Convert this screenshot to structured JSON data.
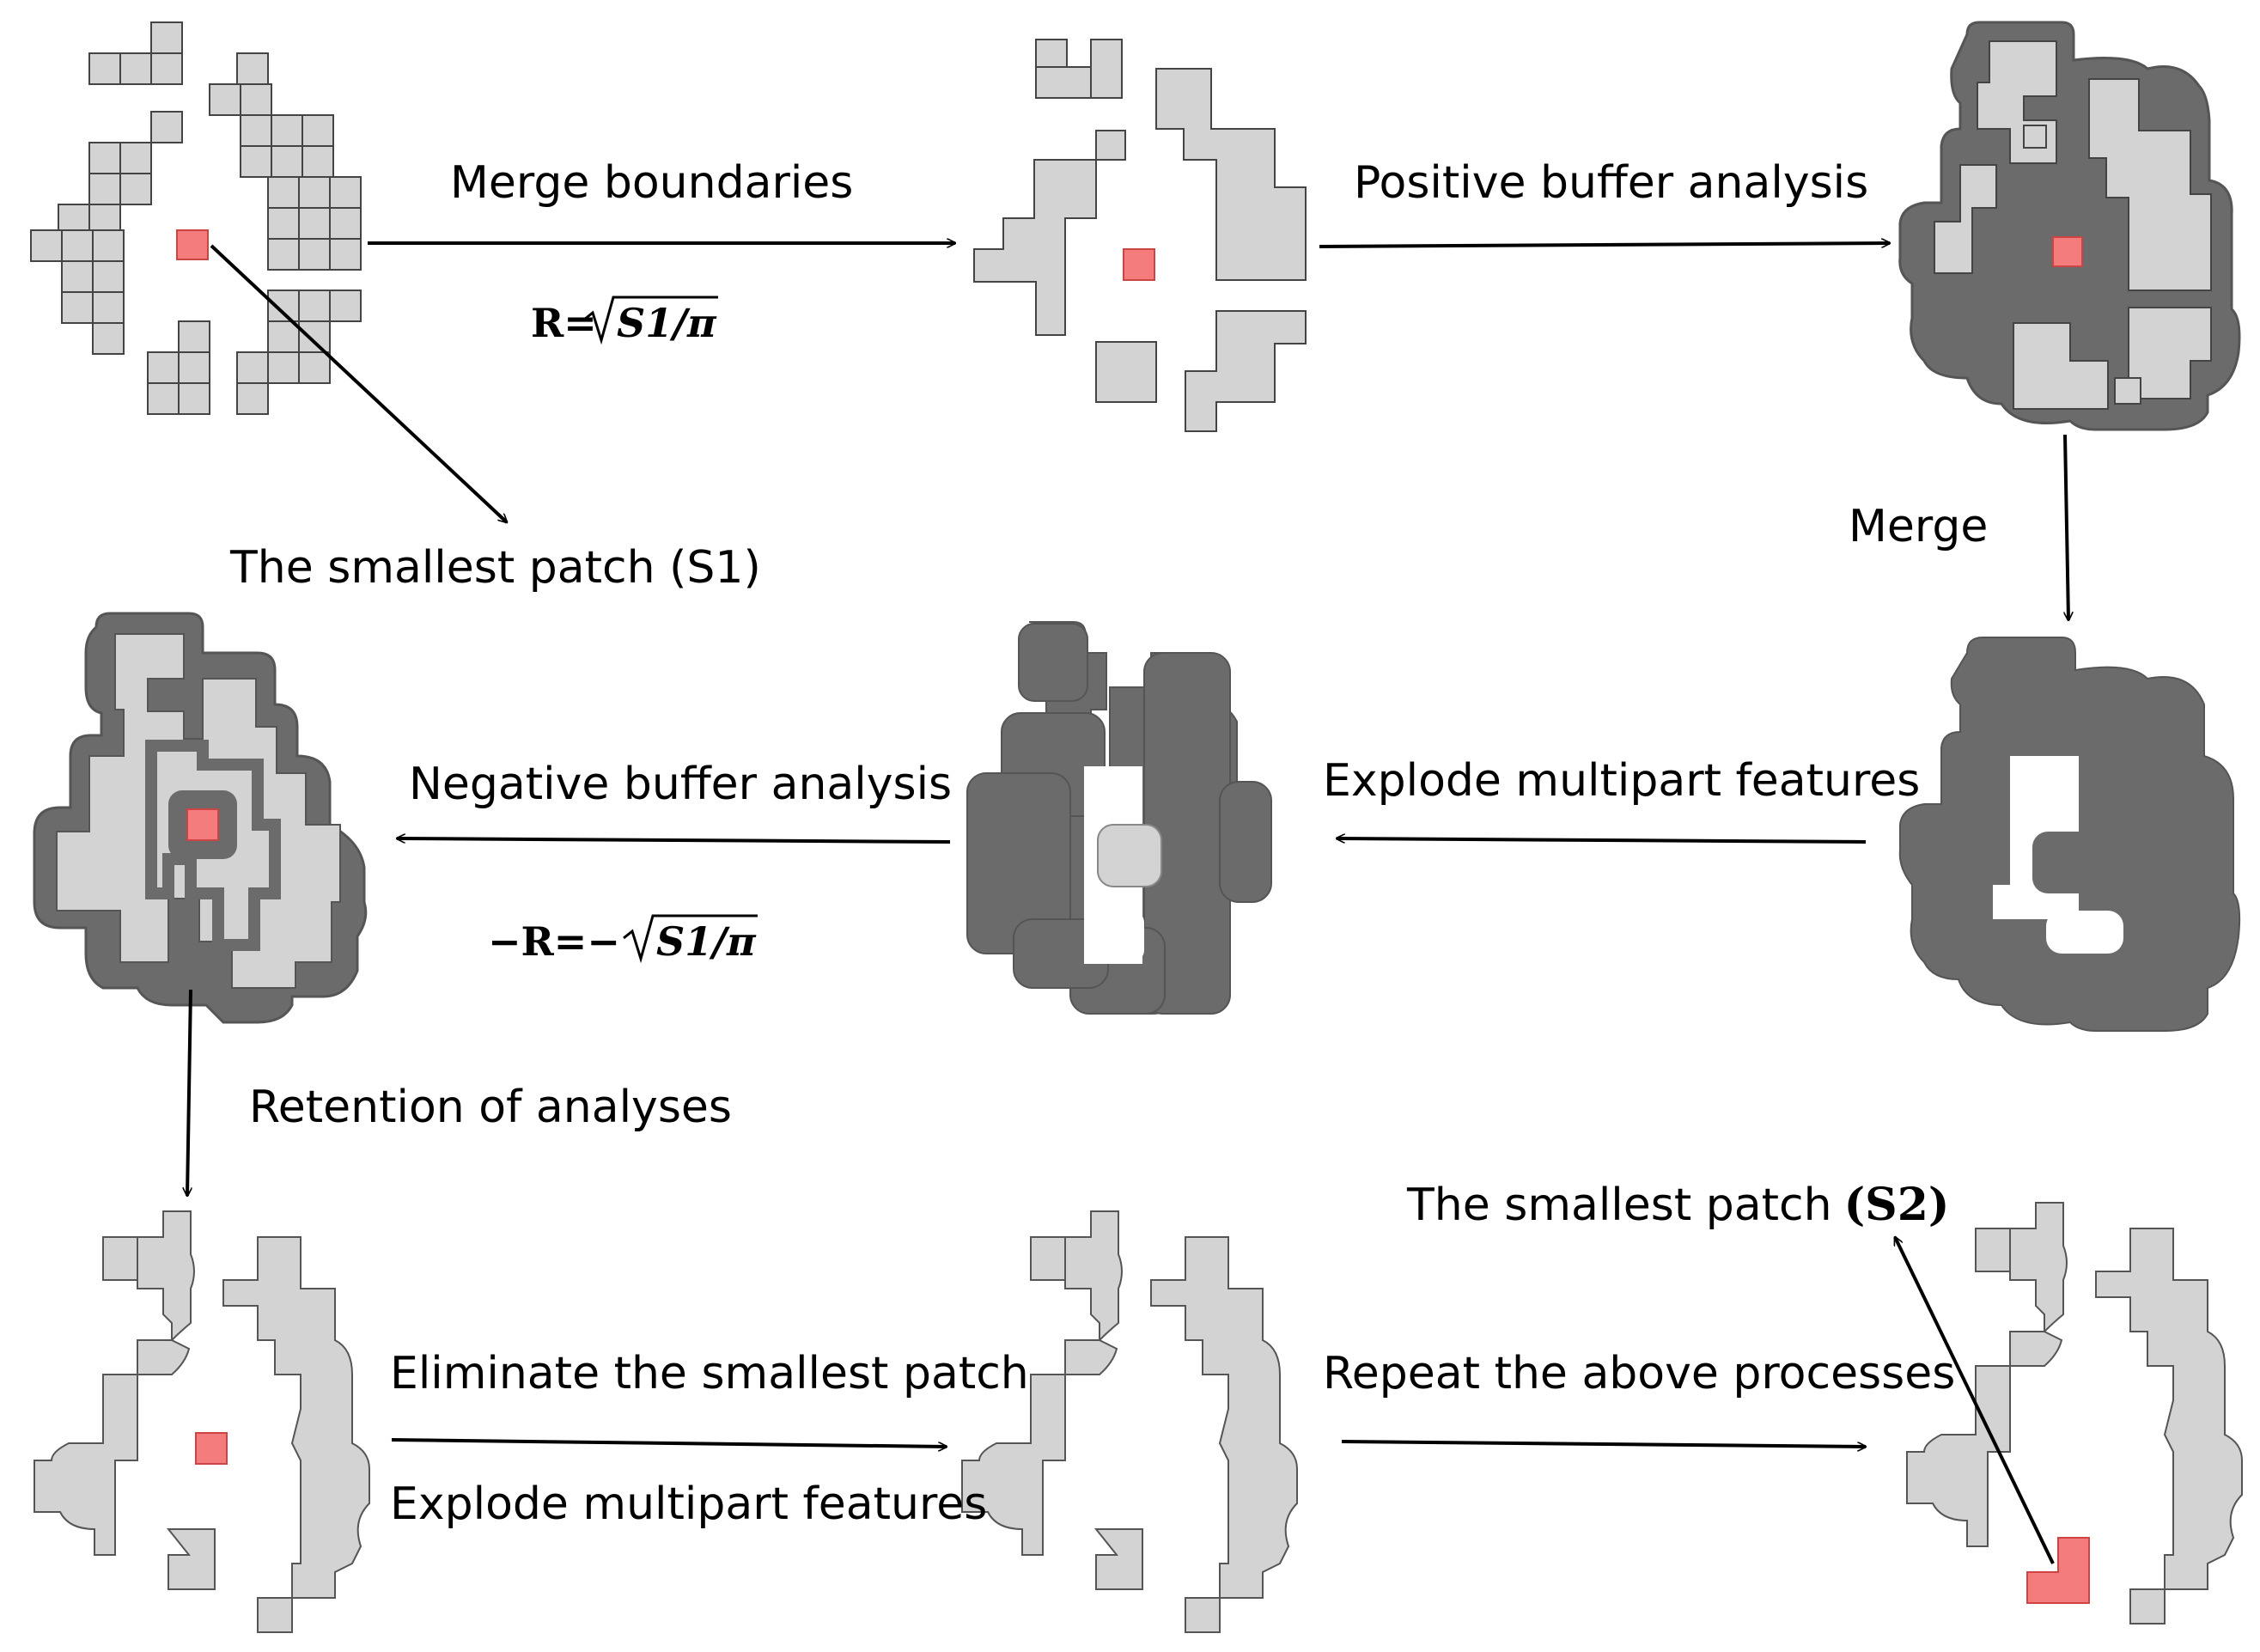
{
  "labels": {
    "merge_boundaries": "Merge boundaries",
    "positive_buffer": "Positive buffer analysis",
    "merge": "Merge",
    "smallest_patch_s1": "The smallest patch (S1)",
    "negative_buffer": "Negative buffer analysis",
    "explode_top": "Explode multipart features",
    "retention": "Retention of analyses",
    "smallest_patch_prefix": "The smallest patch",
    "smallest_patch_s2": "(S2)",
    "eliminate": "Eliminate the smallest patch",
    "explode_bottom": "Explode multipart features",
    "repeat": "Repeat the above processes"
  },
  "formulas": {
    "r_prefix": "R=",
    "r_radicand": "S1/π",
    "neg_prefix": "−R=−",
    "neg_radicand": "S1/π"
  },
  "colors": {
    "light_fill": "#d3d3d3",
    "dark_fill": "#6b6b6b",
    "outline": "#555555",
    "highlight": "#f47c7c",
    "arrow": "#000000"
  }
}
